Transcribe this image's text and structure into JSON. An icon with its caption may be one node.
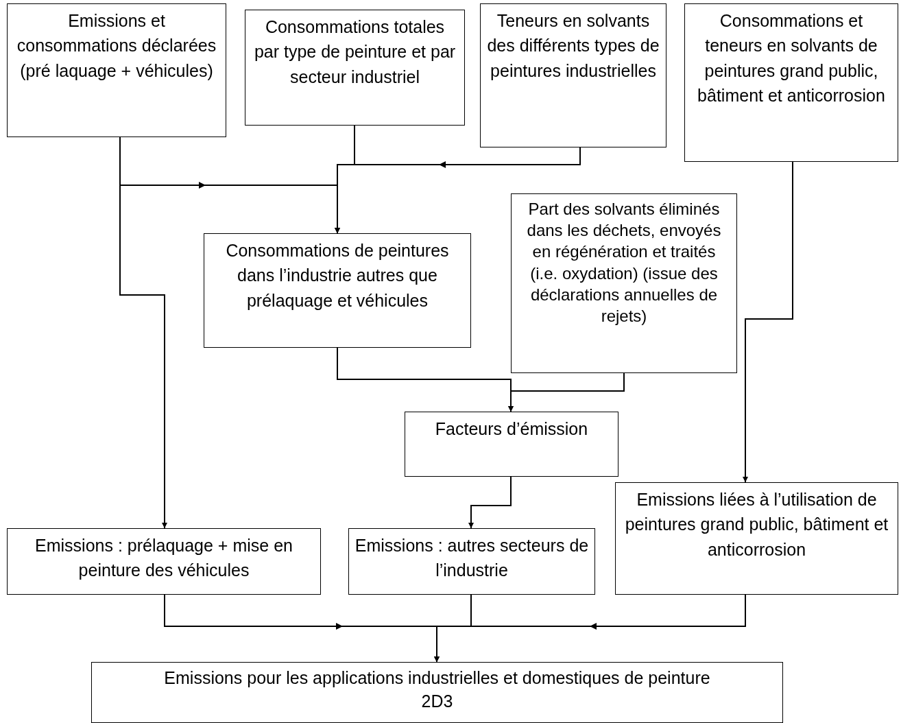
{
  "diagram": {
    "nodes": [
      {
        "text": [
          "Emissions et consommations déclarées (pré laquage + véhicules)"
        ]
      },
      {
        "text": [
          "Consommations totales par type de peinture et par secteur industriel"
        ]
      },
      {
        "text": [
          "Teneurs en solvants des différents types de peintures industrielles"
        ]
      },
      {
        "text": [
          "Consommations et teneurs en solvants de peintures grand public, bâtiment et anticorrosion"
        ]
      },
      {
        "text": [
          "Consommations de peintures dans l’industrie autres que prélaquage et véhicules"
        ]
      },
      {
        "text": [
          "Part des solvants éliminés dans les déchets, envoyés en régénération et traités (i.e. oxydation) (issue des déclarations annuelles de rejets)"
        ]
      },
      {
        "text": [
          "Facteurs d’émission"
        ]
      },
      {
        "text": [
          "Emissions : prélaquage + mise en peinture des véhicules"
        ]
      },
      {
        "text": [
          "Emissions : autres secteurs de l’industrie"
        ]
      },
      {
        "text": [
          "Emissions liées à l’utilisation de peintures grand public, bâtiment et anticorrosion"
        ]
      },
      {
        "text": [
          "Emissions pour les applications industrielles et domestiques de peinture",
          "2D3"
        ]
      }
    ],
    "edges": [
      {
        "from": 0,
        "to": 4,
        "arrow": "to"
      },
      {
        "from": 1,
        "to": 4,
        "arrow": "to"
      },
      {
        "from": 2,
        "to": 4,
        "arrow": "to"
      },
      {
        "from": 0,
        "to": 7,
        "arrow": "to"
      },
      {
        "from": 4,
        "to": 6,
        "arrow": "to"
      },
      {
        "from": 5,
        "to": 6,
        "arrow": "to"
      },
      {
        "from": 3,
        "to": 9,
        "arrow": "to"
      },
      {
        "from": 6,
        "to": 8,
        "arrow": "to"
      },
      {
        "from": 7,
        "to": 10,
        "arrow": "to"
      },
      {
        "from": 8,
        "to": 10,
        "arrow": "to"
      },
      {
        "from": 9,
        "to": 10,
        "arrow": "to"
      }
    ]
  }
}
